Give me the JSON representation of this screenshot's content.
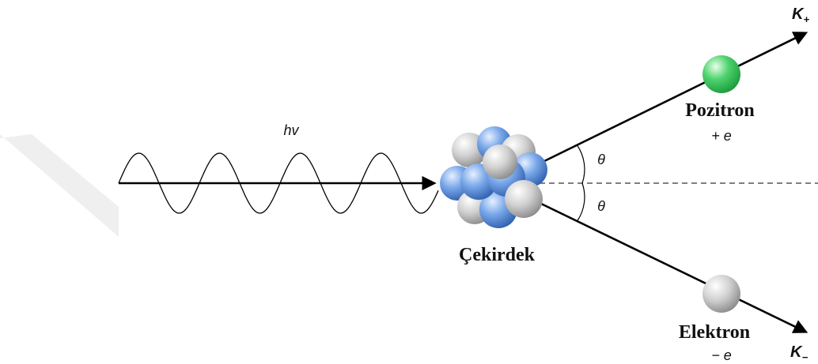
{
  "photon": {
    "label": "hv"
  },
  "nucleus": {
    "label": "Çekirdek"
  },
  "positron": {
    "name": "Pozitron",
    "charge": "+ e",
    "energy": "K",
    "energy_sub": "+"
  },
  "electron": {
    "name": "Elektron",
    "charge": "− e",
    "energy": "K",
    "energy_sub": "−"
  },
  "angles": {
    "upper": "θ",
    "lower": "θ"
  },
  "colors": {
    "nucleon_blue": "#4f86d6",
    "nucleon_gray": "#c8c8c8",
    "positron": "#2fc45a",
    "electron": "#c8c8c8",
    "line": "#000000",
    "watermark": "#e9e9e9"
  }
}
